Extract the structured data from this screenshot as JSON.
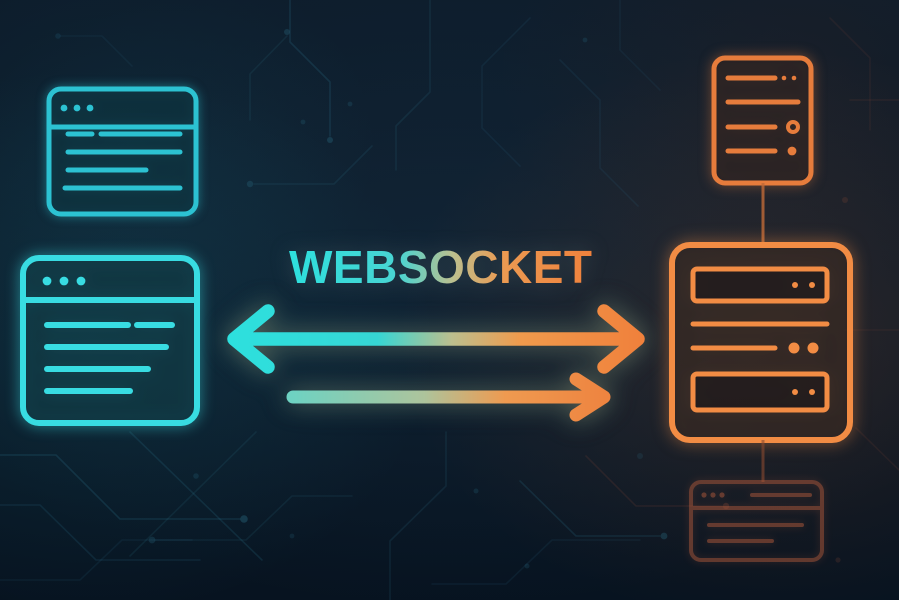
{
  "title": {
    "text": "WEBSOCKET"
  },
  "palette": {
    "background": "#0a1724",
    "client_bright": "#38dce2",
    "client_dim": "#2cc2d2",
    "server_bright": "#f28c44",
    "server_dim": "#e67c3c",
    "faded": "#a8563a",
    "trace_teal": "#2f7790",
    "trace_warm": "#8a4a36",
    "grad_cyan": "#2de0de",
    "grad_tan": "#bcbf8e",
    "grad_orange": "#f0813c"
  },
  "icons": [
    {
      "name": "browser-window-small-icon",
      "side": "client"
    },
    {
      "name": "browser-window-large-icon",
      "side": "client"
    },
    {
      "name": "server-rack-small-icon",
      "side": "server"
    },
    {
      "name": "server-rack-large-icon",
      "side": "server"
    },
    {
      "name": "browser-window-faded-icon",
      "side": "server"
    }
  ],
  "arrows": [
    {
      "name": "bidirectional-arrow",
      "direction": "both"
    },
    {
      "name": "client-to-server-arrow",
      "direction": "right"
    }
  ]
}
